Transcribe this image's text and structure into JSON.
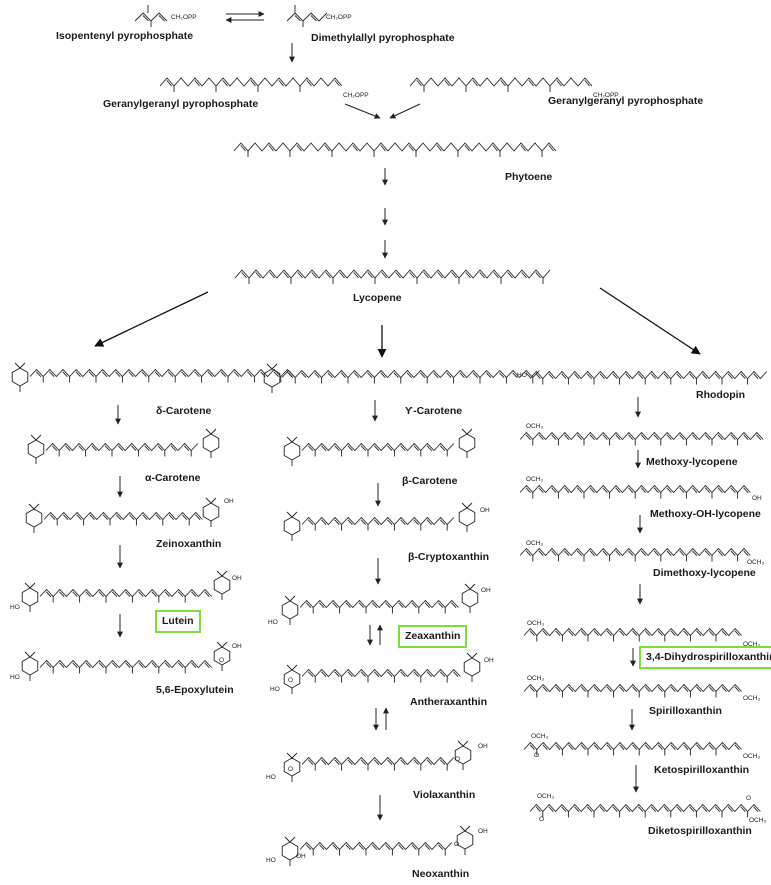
{
  "labels": {
    "isopentenyl_pp": "Isopentenyl pyrophosphate",
    "dimethylallyl_pp": "Dimethylallyl pyrophosphate",
    "ggpp_left": "Geranylgeranyl pyrophosphate",
    "ggpp_right": "Geranylgeranyl pyrophosphate",
    "phytoene": "Phytoene",
    "lycopene": "Lycopene",
    "delta_carotene": "δ-Carotene",
    "alpha_carotene": "α-Carotene",
    "zeinoxanthin": "Zeinoxanthin",
    "lutein": "Lutein",
    "epoxylutein": "5,6-Epoxylutein",
    "gamma_carotene": "Ƴ-Carotene",
    "beta_carotene": "β-Carotene",
    "beta_cryptoxanthin": "β-Cryptoxanthin",
    "zeaxanthin": "Zeaxanthin",
    "antheraxanthin": "Antheraxanthin",
    "violaxanthin": "Violaxanthin",
    "neoxanthin": "Neoxanthin",
    "rhodopin": "Rhodopin",
    "methoxy_lycopene": "Methoxy-lycopene",
    "methoxy_oh_lycopene": "Methoxy-OH-lycopene",
    "dimethoxy_lycopene": "Dimethoxy-lycopene",
    "dihydrospirilloxanthin": "3,4-Dihydrospirilloxanthin",
    "spirilloxanthin": "Spirilloxanthin",
    "ketospirilloxanthin": "Ketospirilloxanthin",
    "diketospirilloxanthin": "Diketospirilloxanthin"
  },
  "atoms": {
    "opp": "CH₂OPP",
    "opp_short": "OPP",
    "ho": "HO",
    "oh": "OH",
    "o": "O",
    "och3": "OCH₃"
  },
  "highlight_color": "#7be03a"
}
